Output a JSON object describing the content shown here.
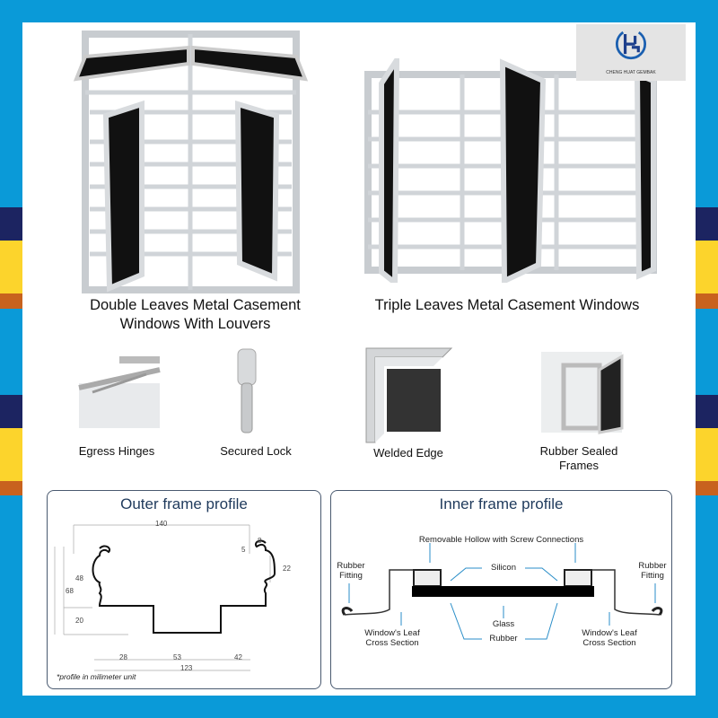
{
  "colors": {
    "border_blue": "#0a9ad8",
    "navy": "#1c2461",
    "yellow": "#fcd42c",
    "orange": "#c8621e"
  },
  "logo": {
    "letters": "HG",
    "company": "CHENG HUAT GEMBAK"
  },
  "products": [
    {
      "caption_line1": "Double Leaves Metal Casement",
      "caption_line2": "Windows With Louvers"
    },
    {
      "caption_line1": "Triple Leaves Metal Casement Windows"
    }
  ],
  "features": [
    {
      "label": "Egress Hinges"
    },
    {
      "label": "Secured Lock"
    },
    {
      "label": "Welded Edge"
    },
    {
      "label": "Rubber Sealed",
      "label2": "Frames"
    }
  ],
  "outer_profile": {
    "title": "Outer frame profile",
    "dimensions": {
      "top_width": "140",
      "lip": "8",
      "lip_height": "5",
      "curve": "22",
      "upper_height": "48",
      "total_height": "68",
      "lower_height": "20",
      "left": "28",
      "middle": "53",
      "right": "42",
      "bottom_width": "123"
    },
    "note": "*profile in milimeter unit"
  },
  "inner_profile": {
    "title": "Inner frame profile",
    "labels": {
      "hollow": "Removable Hollow with Screw Connections",
      "rubber_fitting_l1": "Rubber",
      "rubber_fitting_l2": "Fitting",
      "silicon": "Silicon",
      "glass": "Glass",
      "rubber": "Rubber",
      "leaf_l1": "Window's Leaf",
      "leaf_l2": "Cross Section"
    }
  }
}
